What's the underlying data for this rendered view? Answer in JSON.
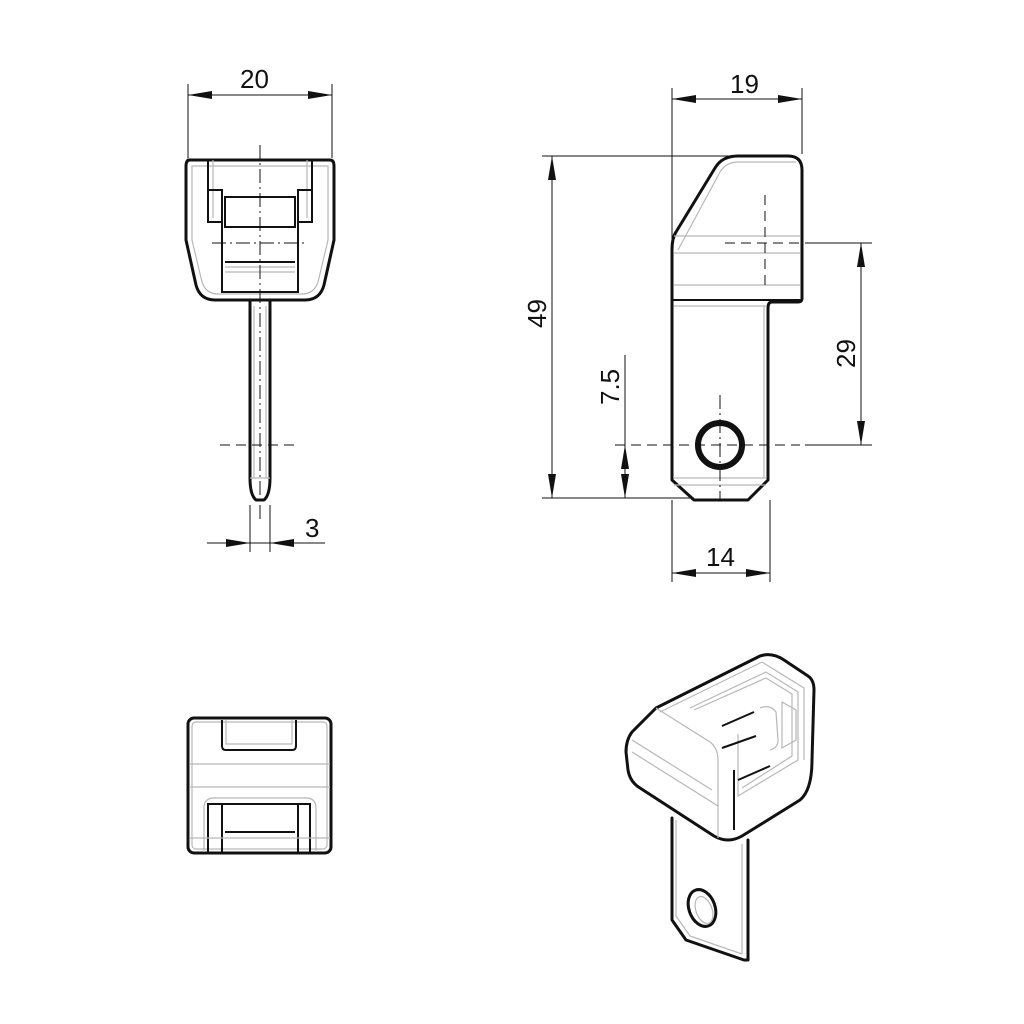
{
  "drawing": {
    "type": "technical-drawing",
    "views": [
      "front-view",
      "side-view",
      "bottom-view",
      "isometric-view"
    ],
    "dimensions": {
      "front_width": "20",
      "pin_diameter": "3",
      "side_width": "19",
      "overall_height": "49",
      "hole_center_height": "7.5",
      "head_to_hole": "29",
      "tab_width": "14"
    },
    "units": "mm",
    "colors": {
      "line": "#111111",
      "hidden": "#b8b8b8",
      "background": "#ffffff"
    }
  }
}
